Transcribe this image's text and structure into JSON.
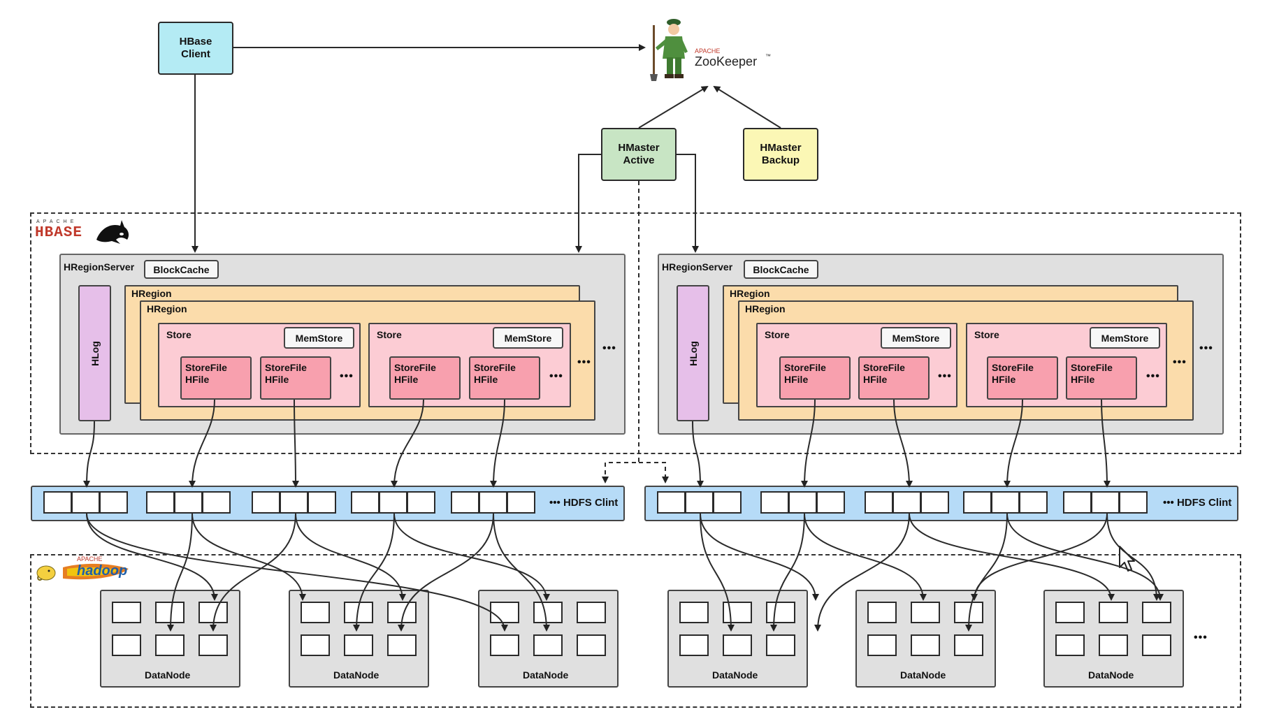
{
  "client": {
    "line1": "HBase",
    "line2": "Client"
  },
  "zookeeper": {
    "apache": "APACHE",
    "name": "ZooKeeper",
    "tm": "™"
  },
  "master_active": {
    "line1": "HMaster",
    "line2": "Active"
  },
  "master_backup": {
    "line1": "HMaster",
    "line2": "Backup"
  },
  "hbase_logo": {
    "apache": "APACHE",
    "name": "HBASE"
  },
  "hadoop_logo": {
    "apache": "APACHE",
    "name": "hadoop"
  },
  "labels": {
    "region_server": "HRegionServer",
    "block_cache": "BlockCache",
    "hlog": "HLog",
    "hregion": "HRegion",
    "store": "Store",
    "memstore": "MemStore",
    "storefile1": "StoreFile",
    "storefile2": "HFile",
    "ellipsis": "•••",
    "hdfs_client": "HDFS Clint",
    "datanode": "DataNode"
  },
  "colors": {
    "client": "#b4ebf4",
    "master_active": "#c8e5c4",
    "master_backup": "#fbf7b5",
    "region_server": "#e0e0e0",
    "hlog": "#e6bfe9",
    "hregion": "#fbdcab",
    "store": "#fcccd4",
    "storefile": "#f8a0ae",
    "hdfs_client": "#b6dbf7",
    "datanode": "#e0e0e0"
  },
  "icons": [
    "zookeeper-keeper-icon",
    "hbase-orca-icon",
    "hadoop-elephant-icon",
    "mouse-cursor-icon"
  ]
}
